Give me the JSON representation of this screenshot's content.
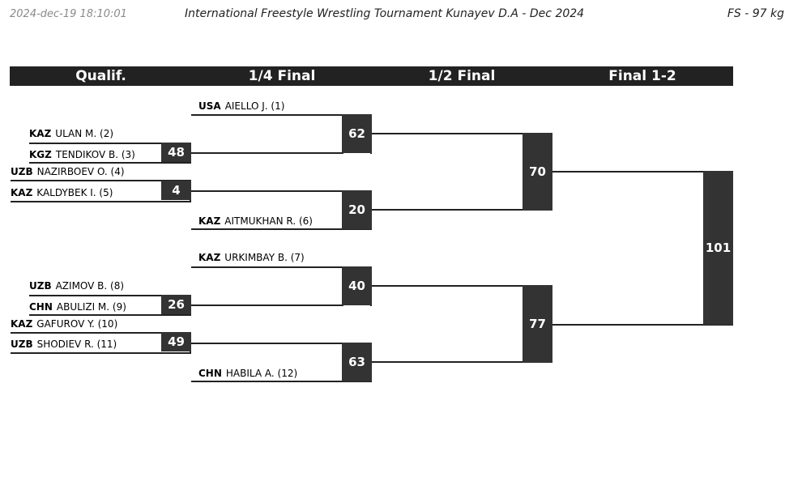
{
  "header": {
    "date": "2024-dec-19 18:10:01",
    "title": "International Freestyle Wrestling Tournament Kunayev D.A - Dec 2024",
    "category": "FS - 97 kg"
  },
  "rounds": [
    "Qualif.",
    "1/4 Final",
    "1/2 Final",
    "Final 1-2"
  ],
  "wrestlers": [
    {
      "country": "USA",
      "name": "AIELLO J. (1)"
    },
    {
      "country": "KAZ",
      "name": "ULAN M. (2)"
    },
    {
      "country": "KGZ",
      "name": "TENDIKOV B. (3)"
    },
    {
      "country": "UZB",
      "name": "NAZIRBOEV O. (4)"
    },
    {
      "country": "KAZ",
      "name": "KALDYBEK I. (5)"
    },
    {
      "country": "KAZ",
      "name": "AITMUKHAN R. (6)"
    },
    {
      "country": "KAZ",
      "name": "URKIMBAY B. (7)"
    },
    {
      "country": "UZB",
      "name": "AZIMOV B. (8)"
    },
    {
      "country": "CHN",
      "name": "ABULIZI M. (9)"
    },
    {
      "country": "KAZ",
      "name": "GAFUROV Y. (10)"
    },
    {
      "country": "UZB",
      "name": "SHODIEV R. (11)"
    },
    {
      "country": "CHN",
      "name": "HABILA A. (12)"
    }
  ],
  "bouts": {
    "qualif": [
      "48",
      "4",
      "26",
      "49"
    ],
    "quarter": [
      "62",
      "20",
      "40",
      "63"
    ],
    "semi": [
      "70",
      "77"
    ],
    "final": [
      "101"
    ]
  }
}
